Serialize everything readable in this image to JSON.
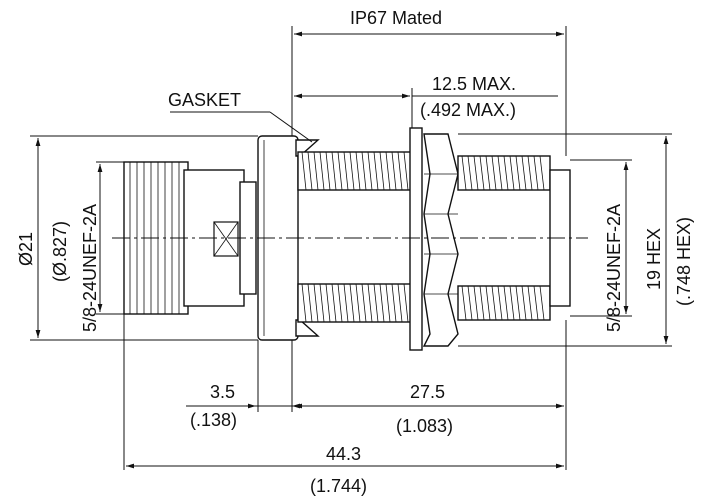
{
  "drawing": {
    "labels": {
      "ip67": "IP67 Mated",
      "gasket": "GASKET",
      "max_mm": "12.5 MAX.",
      "max_in": "(.492 MAX.)",
      "dia_mm": "Ø21",
      "dia_in": "(Ø.827)",
      "thread_left": "5/8-24UNEF-2A",
      "thread_right": "5/8-24UNEF-2A",
      "hex_mm": "19 HEX",
      "hex_in": "(.748 HEX)",
      "d1_mm": "3.5",
      "d1_in": "(.138)",
      "d2_mm": "27.5",
      "d2_in": "(1.083)",
      "total_mm": "44.3",
      "total_in": "(1.744)"
    }
  }
}
